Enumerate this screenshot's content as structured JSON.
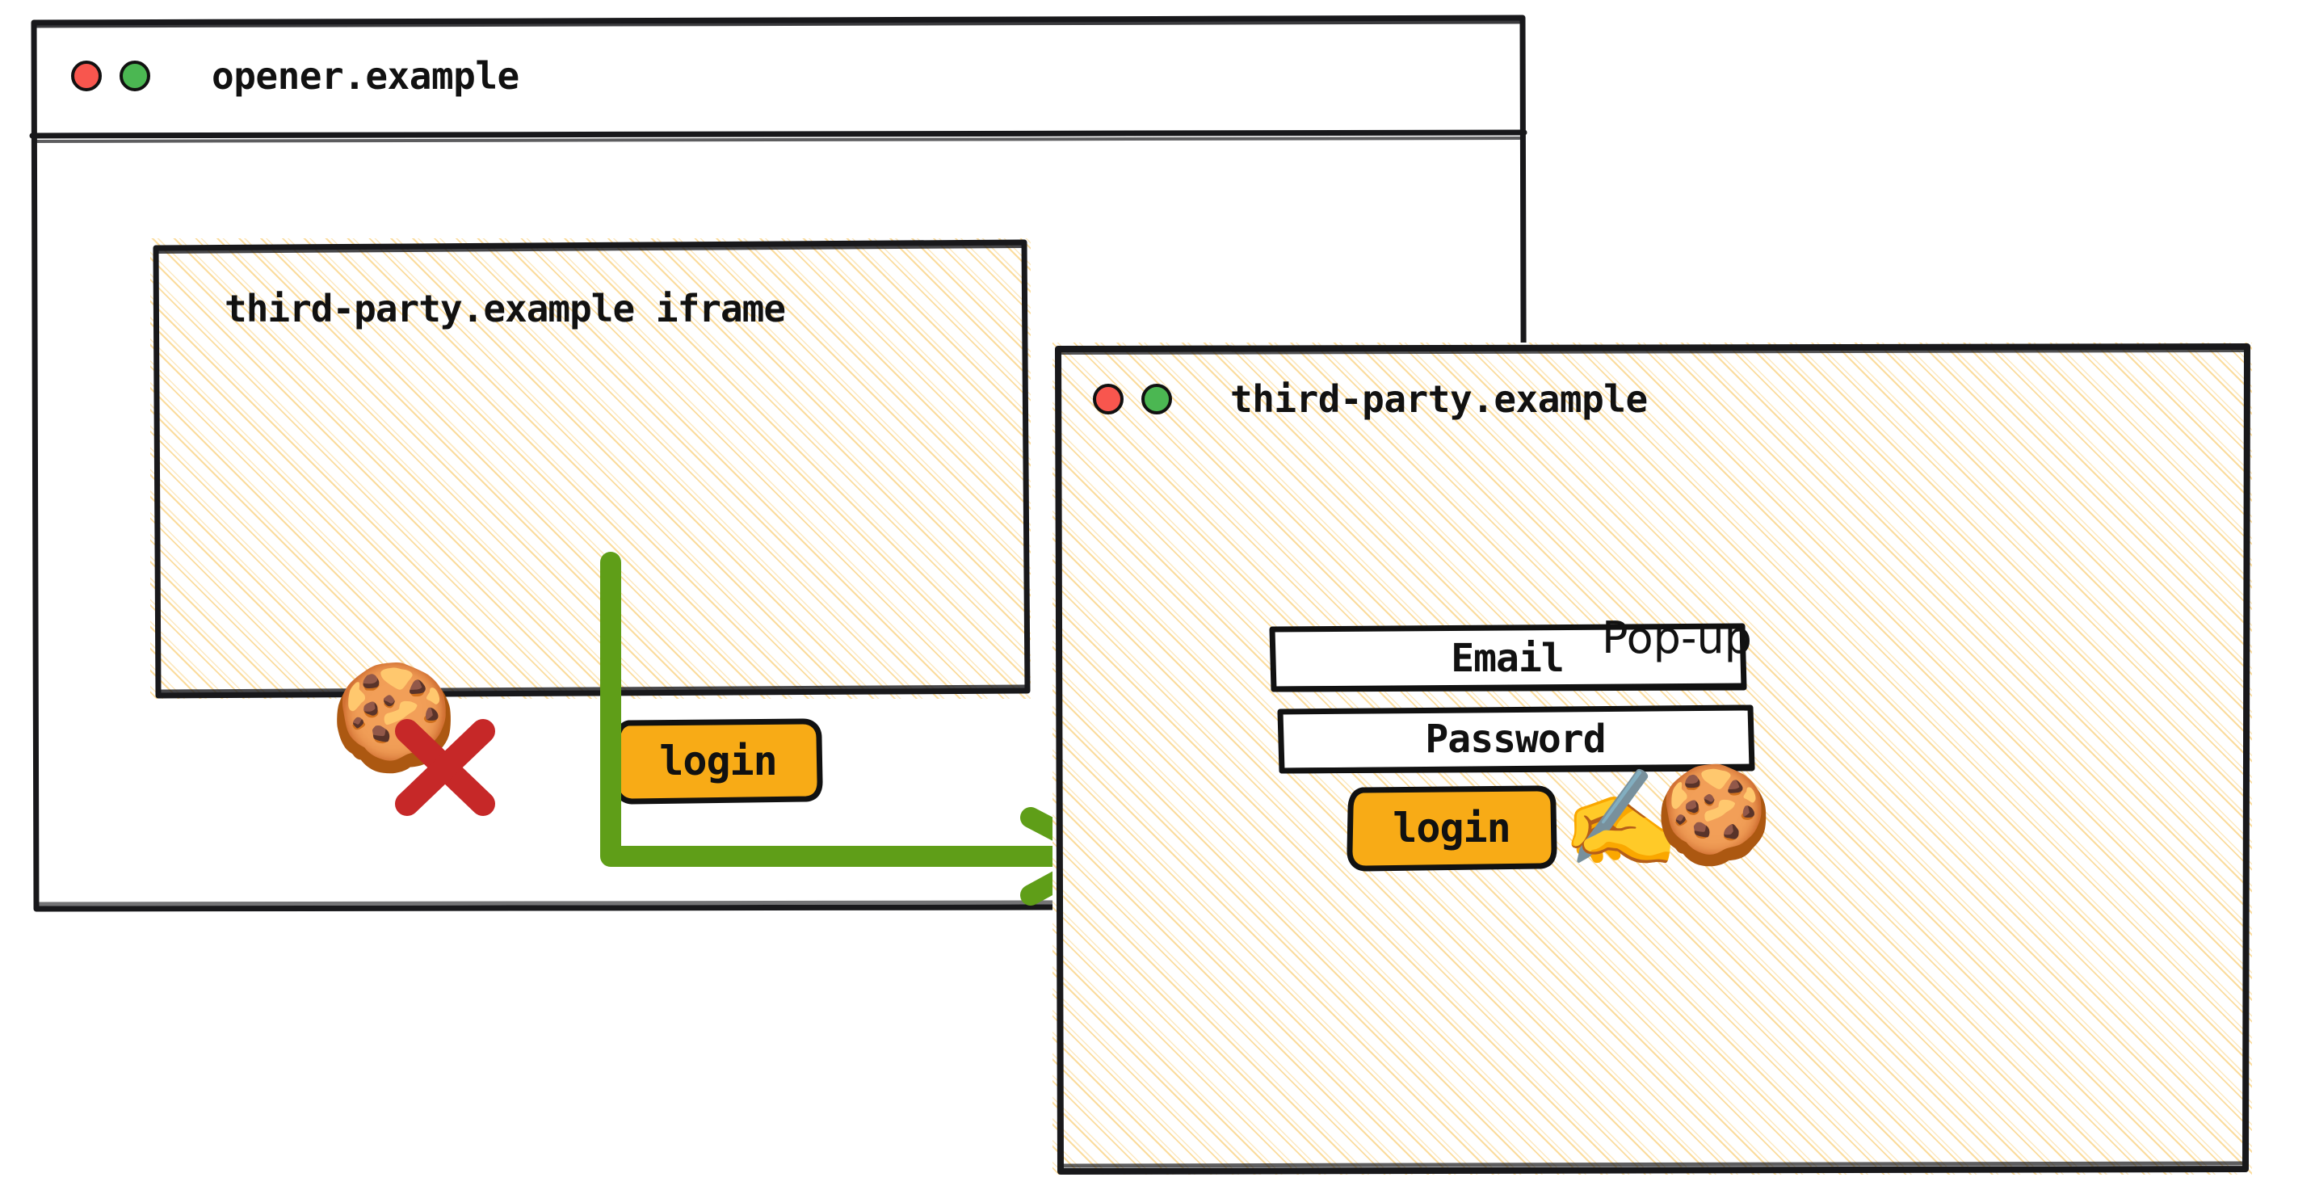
{
  "diagram": {
    "title": "Third-party pop-up login flow",
    "colors": {
      "ink": "#18181b",
      "hatch": "#fad68c",
      "button_amber": "#f8ab16",
      "arrow_green": "#5f9e18",
      "traffic_red": "#f8564e",
      "traffic_green": "#4bb752",
      "cross_red": "#c62828"
    }
  },
  "opener_window": {
    "title": "opener.example",
    "traffic_lights": {
      "close_label": "close-button",
      "maximize_label": "maximize-button"
    },
    "iframe": {
      "label": "third-party.example iframe",
      "cookie_icon": "cookie-icon",
      "blocked_icon": "red-cross-icon",
      "login_button": "login"
    }
  },
  "flow": {
    "arrow_icon": "arrow-right-icon",
    "description": "login click opens pop-up"
  },
  "popup_window": {
    "title": "third-party.example",
    "annotation": "Pop-up",
    "traffic_lights": {
      "close_label": "close-button",
      "maximize_label": "maximize-button"
    },
    "form": {
      "email_label": "Email",
      "password_label": "Password",
      "login_button": "login"
    },
    "icons": {
      "writing_hand": "writing-hand-icon",
      "cookie": "cookie-icon"
    }
  }
}
